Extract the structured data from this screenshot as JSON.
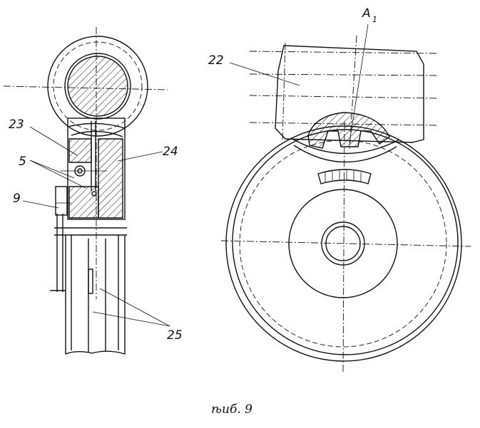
{
  "labels": {
    "a1": "A",
    "a1_sub": "1",
    "l22": "22",
    "l23": "23",
    "l24": "24",
    "l5": "5",
    "l9": "9",
    "l25": "25"
  },
  "caption": "ѣиб. 9"
}
